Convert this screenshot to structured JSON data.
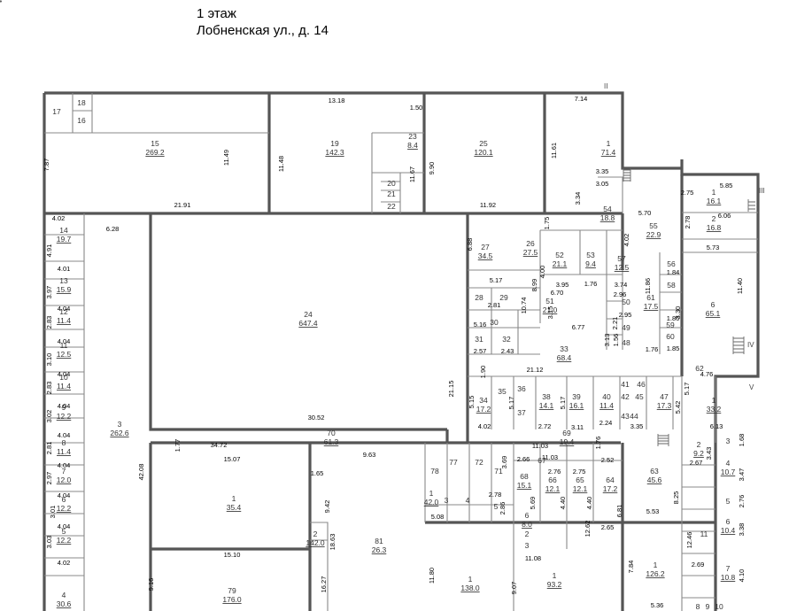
{
  "header": {
    "floor": "1 этаж",
    "address": "Лобненская ул.,  д. 14"
  },
  "axis_marks": [
    "II",
    "III",
    "IV",
    "V"
  ],
  "rooms": [
    {
      "n": "17",
      "a": ""
    },
    {
      "n": "18",
      "a": ""
    },
    {
      "n": "16",
      "a": ""
    },
    {
      "n": "15",
      "a": "269.2"
    },
    {
      "n": "19",
      "a": "142.3"
    },
    {
      "n": "23",
      "a": "8.4"
    },
    {
      "n": "20",
      "a": ""
    },
    {
      "n": "21",
      "a": ""
    },
    {
      "n": "22",
      "a": ""
    },
    {
      "n": "25",
      "a": "120.1"
    },
    {
      "n": "1",
      "a": "71.4"
    },
    {
      "n": "54",
      "a": "18.8"
    },
    {
      "n": "1",
      "a": "16.1"
    },
    {
      "n": "2",
      "a": "16.8"
    },
    {
      "n": "55",
      "a": "22.9"
    },
    {
      "n": "14",
      "a": "19.7"
    },
    {
      "n": "13",
      "a": "15.9"
    },
    {
      "n": "12",
      "a": "11.4"
    },
    {
      "n": "11",
      "a": "12.5"
    },
    {
      "n": "10",
      "a": "11.4"
    },
    {
      "n": "9",
      "a": "12.2"
    },
    {
      "n": "8",
      "a": "11.4"
    },
    {
      "n": "7",
      "a": "12.0"
    },
    {
      "n": "6",
      "a": "12.2"
    },
    {
      "n": "5",
      "a": "12.2"
    },
    {
      "n": "4",
      "a": "30.6"
    },
    {
      "n": "3",
      "a": "262.6"
    },
    {
      "n": "24",
      "a": "647.4"
    },
    {
      "n": "27",
      "a": "34.5"
    },
    {
      "n": "26",
      "a": "27.5"
    },
    {
      "n": "52",
      "a": "21.1"
    },
    {
      "n": "53",
      "a": "9.4"
    },
    {
      "n": "57",
      "a": "12.5"
    },
    {
      "n": "56",
      "a": ""
    },
    {
      "n": "58",
      "a": ""
    },
    {
      "n": "28",
      "a": ""
    },
    {
      "n": "29",
      "a": ""
    },
    {
      "n": "30",
      "a": ""
    },
    {
      "n": "51",
      "a": "21.0"
    },
    {
      "n": "50",
      "a": ""
    },
    {
      "n": "49",
      "a": ""
    },
    {
      "n": "48",
      "a": ""
    },
    {
      "n": "61",
      "a": "17.5"
    },
    {
      "n": "59",
      "a": ""
    },
    {
      "n": "60",
      "a": ""
    },
    {
      "n": "6",
      "a": "65.1"
    },
    {
      "n": "31",
      "a": ""
    },
    {
      "n": "32",
      "a": ""
    },
    {
      "n": "33",
      "a": "68.4"
    },
    {
      "n": "62",
      "a": ""
    },
    {
      "n": "35",
      "a": ""
    },
    {
      "n": "36",
      "a": ""
    },
    {
      "n": "37",
      "a": ""
    },
    {
      "n": "34",
      "a": "17.2"
    },
    {
      "n": "38",
      "a": "14.1"
    },
    {
      "n": "39",
      "a": "16.1"
    },
    {
      "n": "40",
      "a": "11.4"
    },
    {
      "n": "41",
      "a": ""
    },
    {
      "n": "46",
      "a": ""
    },
    {
      "n": "42",
      "a": ""
    },
    {
      "n": "45",
      "a": ""
    },
    {
      "n": "43",
      "a": ""
    },
    {
      "n": "44",
      "a": ""
    },
    {
      "n": "47",
      "a": "17.3"
    },
    {
      "n": "1",
      "a": "33.2"
    },
    {
      "n": "70",
      "a": "61.3"
    },
    {
      "n": "69",
      "a": "19.4"
    },
    {
      "n": "78",
      "a": ""
    },
    {
      "n": "77",
      "a": ""
    },
    {
      "n": "72",
      "a": ""
    },
    {
      "n": "71",
      "a": ""
    },
    {
      "n": "68",
      "a": "15.1"
    },
    {
      "n": "67",
      "a": ""
    },
    {
      "n": "66",
      "a": "12.1"
    },
    {
      "n": "65",
      "a": "12.1"
    },
    {
      "n": "64",
      "a": "17.2"
    },
    {
      "n": "63",
      "a": "45.6"
    },
    {
      "n": "2",
      "a": "9.2"
    },
    {
      "n": "3",
      "a": ""
    },
    {
      "n": "4",
      "a": "10.7"
    },
    {
      "n": "5",
      "a": ""
    },
    {
      "n": "6",
      "a": "10.4"
    },
    {
      "n": "7",
      "a": "10.8"
    },
    {
      "n": "8",
      "a": ""
    },
    {
      "n": "9",
      "a": ""
    },
    {
      "n": "10",
      "a": ""
    },
    {
      "n": "11",
      "a": ""
    },
    {
      "n": "1",
      "a": "35.4"
    },
    {
      "n": "2",
      "a": "142.0"
    },
    {
      "n": "81",
      "a": "26.3"
    },
    {
      "n": "79",
      "a": "176.0"
    },
    {
      "n": "1",
      "a": "138.0"
    },
    {
      "n": "1",
      "a": "93.2"
    },
    {
      "n": "1",
      "a": "126.2"
    },
    {
      "n": "1",
      "a": "42.0"
    },
    {
      "n": "3",
      "a": ""
    },
    {
      "n": "4",
      "a": ""
    },
    {
      "n": "5",
      "a": ""
    },
    {
      "n": "6",
      "a": "8.0"
    },
    {
      "n": "2",
      "a": ""
    },
    {
      "n": "3",
      "a": ""
    },
    {
      "n": "4",
      "a": ""
    }
  ],
  "dimensions": [
    "13.18",
    "1.50",
    "7.14",
    "7.87",
    "11.49",
    "11.48",
    "11.67",
    "9.90",
    "11.61",
    "3.35",
    "3.05",
    "3.34",
    "21.91",
    "11.92",
    "1.75",
    "2.75",
    "5.85",
    "2.78",
    "6.06",
    "5.70",
    "4.02",
    "4.02",
    "6.28",
    "6.88",
    "5.73",
    "4.91",
    "4.01",
    "5.17",
    "3.95",
    "3.74",
    "1.84",
    "8.99",
    "4.00",
    "1.76",
    "11.86",
    "3.97",
    "2.96",
    "11.40",
    "4.04",
    "2.81",
    "6.70",
    "10.74",
    "2.95",
    "1.86",
    "2.83",
    "5.16",
    "3.15",
    "6.77",
    "2.21",
    "3.30",
    "4.04",
    "3.13",
    "1.56",
    "1.76",
    "1.85",
    "3.10",
    "2.57",
    "2.43",
    "4.04",
    "1.90",
    "21.12",
    "4.76",
    "2.83",
    "21.15",
    "5.15",
    "5.17",
    "5.17",
    "5.17",
    "5.42",
    "4.04",
    "3.02",
    "2.72",
    "3.11",
    "4.02",
    "2.24",
    "6.13",
    "30.52",
    "3.35",
    "4.04",
    "2.81",
    "1.77",
    "34.72",
    "1.76",
    "11.03",
    "1.68",
    "15.07",
    "9.63",
    "11.03",
    "2.66",
    "2.52",
    "2.67",
    "3.43",
    "42.08",
    "4.04",
    "3.69",
    "2.76",
    "2.75",
    "3.47",
    "2.97",
    "1.65",
    "4.04",
    "2.78",
    "5.69",
    "4.40",
    "4.40",
    "6.81",
    "8.25",
    "2.76",
    "3.01",
    "9.42",
    "2.86",
    "5.08",
    "5.53",
    "4.04",
    "12.62",
    "2.65",
    "3.38",
    "3.03",
    "18.63",
    "11.08",
    "12.46",
    "4.02",
    "15.10",
    "7.84",
    "2.69",
    "4.10",
    "9.16",
    "11.80",
    "9.07",
    "16.27",
    "5.36"
  ]
}
